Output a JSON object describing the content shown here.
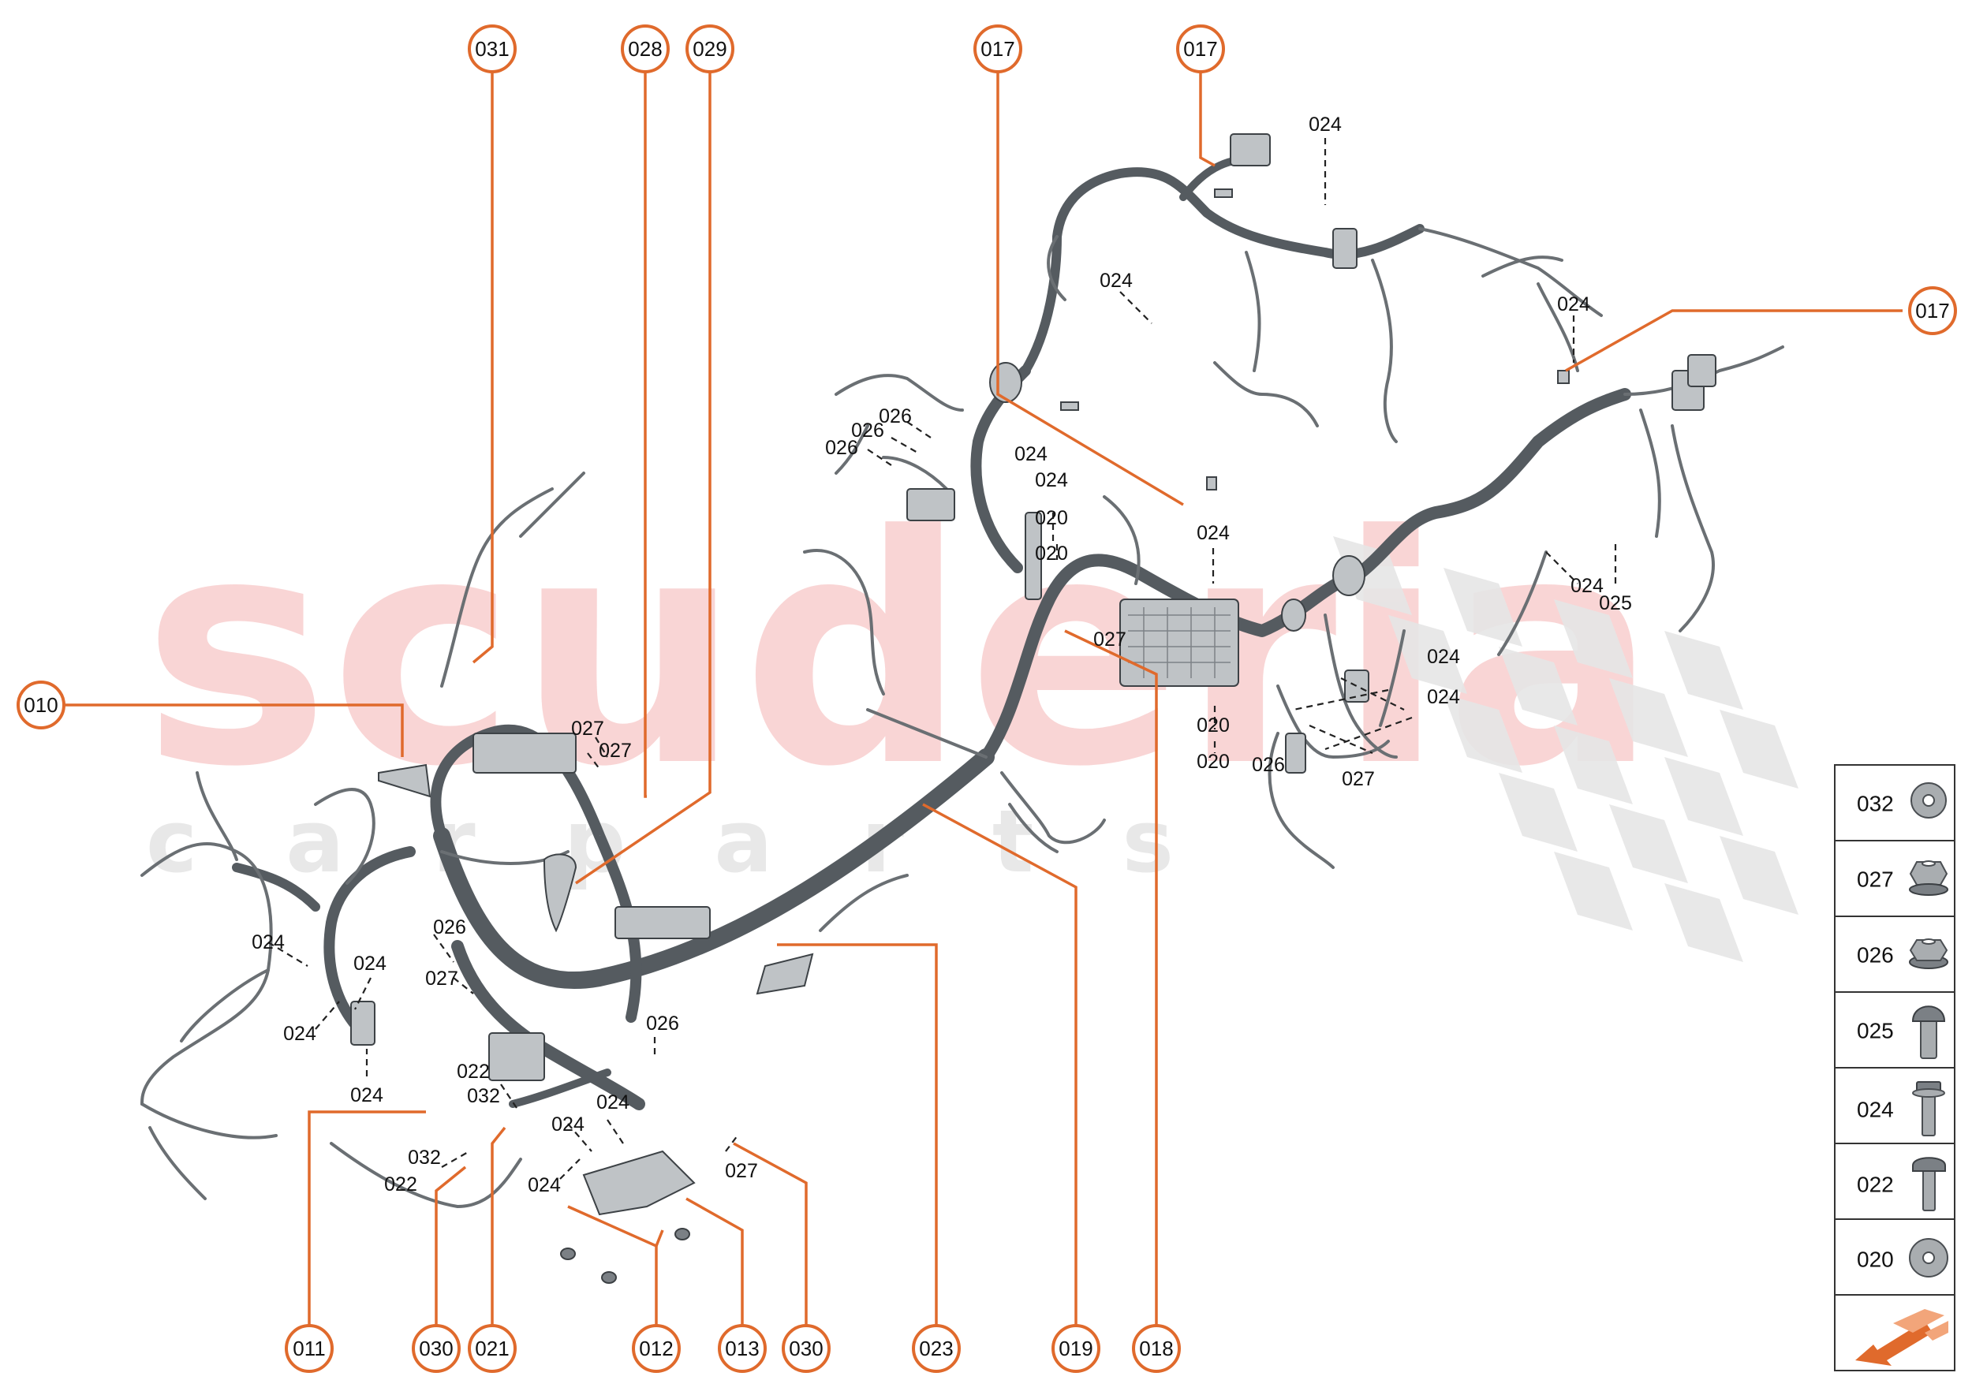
{
  "watermark": {
    "main": "scuderia",
    "sub": "carparts"
  },
  "colors": {
    "accent": "#e06a2c",
    "wire": "#555b60",
    "watermark_main": "#f7c8c8",
    "watermark_sub": "#e8e8e8"
  },
  "callouts": [
    {
      "id": "c031",
      "label": "031"
    },
    {
      "id": "c028",
      "label": "028"
    },
    {
      "id": "c029",
      "label": "029"
    },
    {
      "id": "c017a",
      "label": "017"
    },
    {
      "id": "c017b",
      "label": "017"
    },
    {
      "id": "c017c",
      "label": "017"
    },
    {
      "id": "c010",
      "label": "010"
    },
    {
      "id": "c011",
      "label": "011"
    },
    {
      "id": "c030a",
      "label": "030"
    },
    {
      "id": "c021",
      "label": "021"
    },
    {
      "id": "c012",
      "label": "012"
    },
    {
      "id": "c013",
      "label": "013"
    },
    {
      "id": "c030b",
      "label": "030"
    },
    {
      "id": "c023",
      "label": "023"
    },
    {
      "id": "c019",
      "label": "019"
    },
    {
      "id": "c018",
      "label": "018"
    }
  ],
  "part_labels": [
    "024",
    "024",
    "024",
    "026",
    "026",
    "026",
    "024",
    "024",
    "020",
    "020",
    "027",
    "024",
    "024",
    "024",
    "020",
    "020",
    "026",
    "027",
    "024",
    "025",
    "027",
    "027",
    "026",
    "027",
    "024",
    "024",
    "024",
    "024",
    "026",
    "022",
    "032",
    "024",
    "024",
    "032",
    "022",
    "024",
    "027"
  ],
  "legend": [
    {
      "code": "032",
      "icon": "flat-washer-icon"
    },
    {
      "code": "027",
      "icon": "hex-nut-flanged-icon"
    },
    {
      "code": "026",
      "icon": "hex-nut-icon"
    },
    {
      "code": "025",
      "icon": "round-head-bolt-icon"
    },
    {
      "code": "024",
      "icon": "hex-flange-bolt-icon"
    },
    {
      "code": "022",
      "icon": "pan-head-screw-icon"
    },
    {
      "code": "020",
      "icon": "washer-icon"
    }
  ],
  "nav_arrow_icon": "direction-arrow-icon"
}
